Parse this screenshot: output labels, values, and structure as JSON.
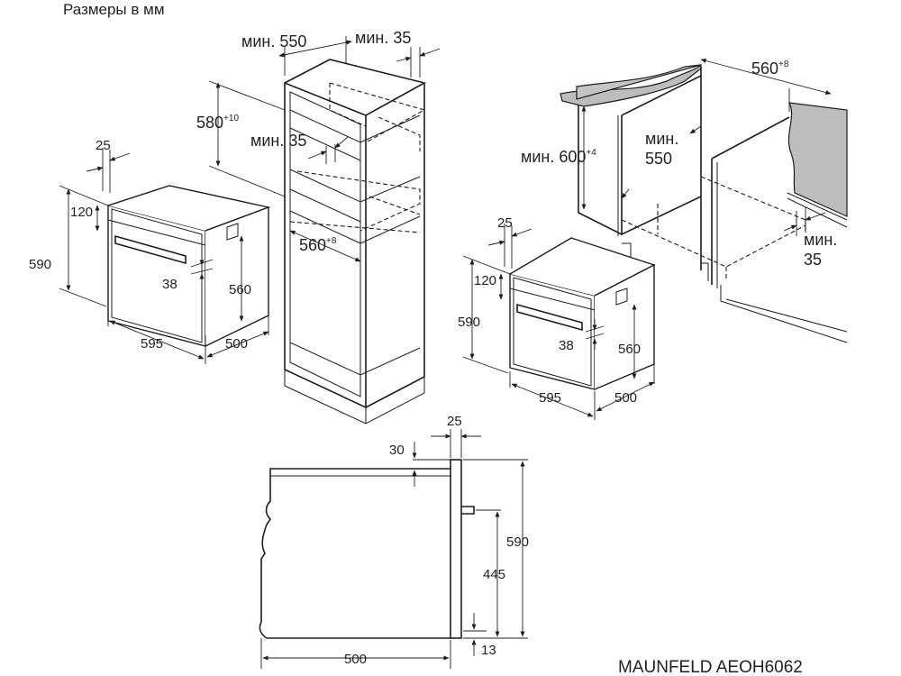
{
  "header": {
    "units_label": "Размеры в мм"
  },
  "footer": {
    "model_label": "MAUNFELD AEOH6062"
  },
  "tall_cabinet": {
    "min_width": "мин. 550",
    "min_gap_top": "мин. 35",
    "niche_height": "580",
    "niche_height_tol": "+10",
    "min_vent": "мин. 35",
    "niche_depth": "560",
    "niche_depth_tol": "+8"
  },
  "oven_left": {
    "panel_depth": "25",
    "top_offset": "120",
    "total_height": "590",
    "handle_offset": "38",
    "body_height": "560",
    "width": "595",
    "depth": "500"
  },
  "undercounter": {
    "niche_width": "560",
    "niche_width_tol": "+8",
    "min_height": "мин. 600",
    "min_height_tol": "+4",
    "min_depth_label": "мин.",
    "min_depth_value": "550",
    "min_gap_label": "мин.",
    "min_gap_value": "35"
  },
  "oven_right": {
    "panel_depth": "25",
    "top_offset": "120",
    "total_height": "590",
    "handle_offset": "38",
    "body_height": "560",
    "width": "595",
    "depth": "500"
  },
  "side_view": {
    "panel_depth": "25",
    "top_offset": "30",
    "total_height": "590",
    "lower_height": "445",
    "bottom_offset": "13",
    "depth": "500"
  }
}
